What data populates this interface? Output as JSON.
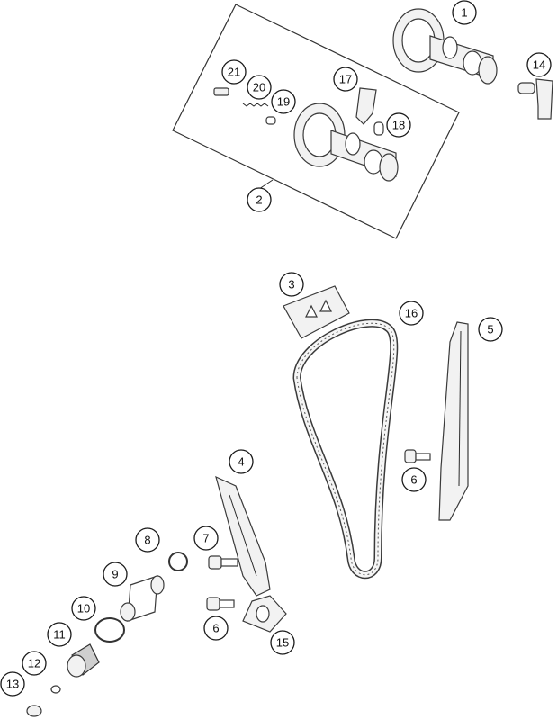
{
  "diagram": {
    "callouts": [
      "1",
      "2",
      "3",
      "4",
      "5",
      "6",
      "6",
      "7",
      "8",
      "9",
      "10",
      "11",
      "12",
      "13",
      "14",
      "15",
      "16",
      "17",
      "18",
      "19",
      "20",
      "21"
    ]
  }
}
